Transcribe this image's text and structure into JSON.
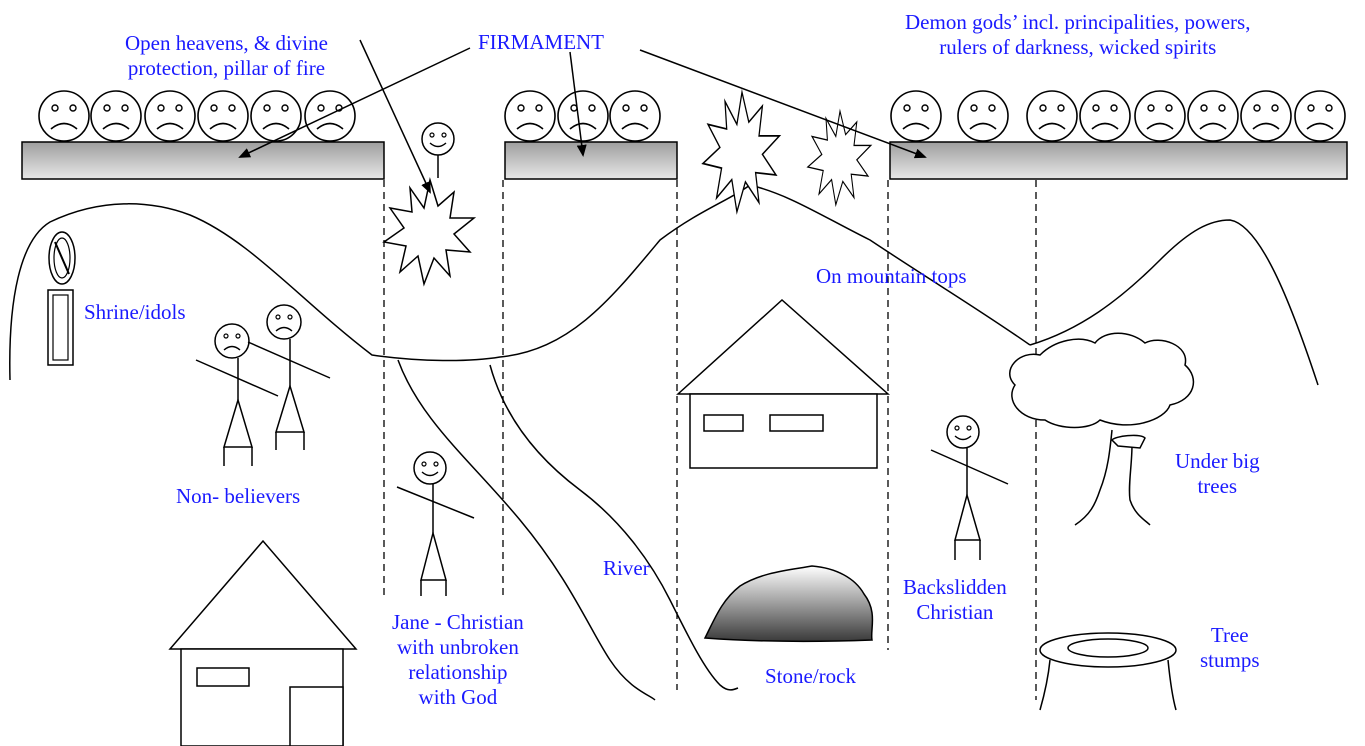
{
  "colors": {
    "label": "#1a1aff",
    "ink": "#000000",
    "bar_gray": "#bdbdbd"
  },
  "labels": {
    "open_heavens_1": "Open heavens, & divine",
    "open_heavens_2": "protection, pillar of fire",
    "firmament": "FIRMAMENT",
    "demon_gods_1": "Demon gods’ incl. principalities, powers,",
    "demon_gods_2": "rulers of darkness, wicked spirits",
    "shrine": "Shrine/idols",
    "non_believers": "Non- believers",
    "on_mountain_tops": "On mountain tops",
    "under_big_trees_1": "Under big",
    "under_big_trees_2": "trees",
    "river": "River",
    "jane_1": "Jane - Christian",
    "jane_2": "with unbroken",
    "jane_3": "relationship",
    "jane_4": "with God",
    "backslidden_1": "Backslidden",
    "backslidden_2": "Christian",
    "stone_rock": "Stone/rock",
    "tree_stumps_1": "Tree",
    "tree_stumps_2": "stumps"
  },
  "icons": [
    "sad-face-icon",
    "smiley-stick-figure-icon",
    "sad-stick-figure-icon",
    "fire-burst-icon",
    "house-icon",
    "tree-icon",
    "shrine-icon",
    "tree-stump-icon",
    "rock-icon"
  ]
}
